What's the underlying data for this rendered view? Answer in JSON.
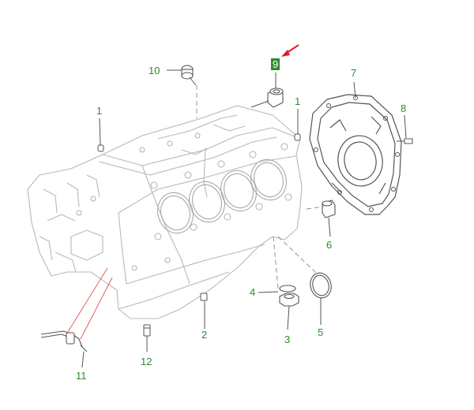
{
  "callouts": {
    "c1a": "1",
    "c1b": "1",
    "c2": "2",
    "c3": "3",
    "c4": "4",
    "c5": "5",
    "c6": "6",
    "c7": "7",
    "c8": "8",
    "c9": "9",
    "c10": "10",
    "c11": "11",
    "c12": "12"
  },
  "highlighted_callout": "9",
  "colors": {
    "callout_text": "#2e8b2e",
    "highlight_bg": "#2e8b2e",
    "arrow": "#e02020",
    "leader_guide": "#e05050",
    "block_outline": "#b8b8b8",
    "parts_outline": "#555555"
  }
}
